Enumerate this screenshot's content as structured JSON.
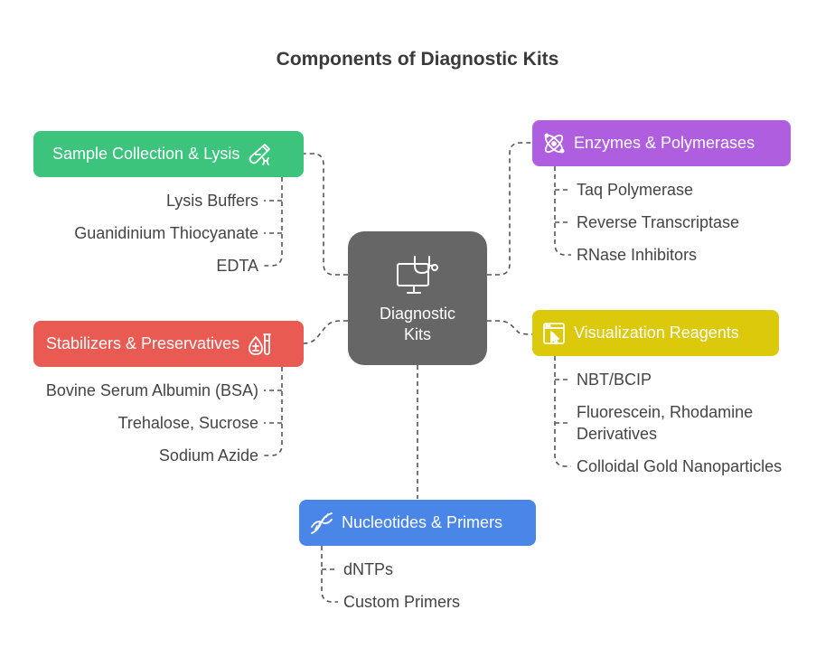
{
  "title": "Components of Diagnostic Kits",
  "center": {
    "label_line1": "Diagnostic",
    "label_line2": "Kits",
    "icon": "monitor-stethoscope-icon"
  },
  "categories": [
    {
      "label": "Sample Collection & Lysis",
      "color": "#3cc47c",
      "icon": "test-tube-dna-icon",
      "items": [
        "Lysis Buffers",
        "Guanidinium Thiocyanate",
        "EDTA"
      ]
    },
    {
      "label": "Stabilizers & Preservatives",
      "color": "#e85a52",
      "icon": "droplet-vial-icon",
      "items": [
        "Bovine Serum Albumin (BSA)",
        "Trehalose, Sucrose",
        "Sodium Azide"
      ]
    },
    {
      "label": "Enzymes & Polymerases",
      "color": "#b05ee0",
      "icon": "atom-icon",
      "items": [
        "Taq Polymerase",
        "Reverse Transcriptase",
        "RNase Inhibitors"
      ]
    },
    {
      "label": "Visualization Reagents",
      "color": "#dcc90c",
      "icon": "screen-pointer-icon",
      "items": [
        "NBT/BCIP",
        "Fluorescein, Rhodamine",
        "Derivatives",
        "Colloidal Gold Nanoparticles"
      ]
    },
    {
      "label": "Nucleotides & Primers",
      "color": "#4a86e8",
      "icon": "dna-icon",
      "items": [
        "dNTPs",
        "Custom Primers"
      ]
    }
  ]
}
